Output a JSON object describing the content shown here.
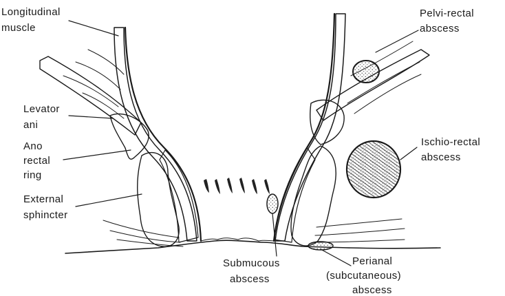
{
  "labels": {
    "longitudinal_muscle": [
      "Longitudinal",
      "muscle"
    ],
    "levator_ani": [
      "Levator",
      "ani"
    ],
    "ano_rectal_ring": [
      "Ano",
      "rectal",
      "ring"
    ],
    "external_sphincter": [
      "External",
      "sphincter"
    ],
    "pelvi_rectal_abscess": [
      "Pelvi-rectal",
      "abscess"
    ],
    "ischio_rectal_abscess": [
      "Ischio-rectal",
      "abscess"
    ],
    "submucous_abscess": [
      "Submucous",
      "abscess"
    ],
    "perianal_abscess": [
      "Perianal",
      "(subcutaneous)",
      "abscess"
    ]
  }
}
